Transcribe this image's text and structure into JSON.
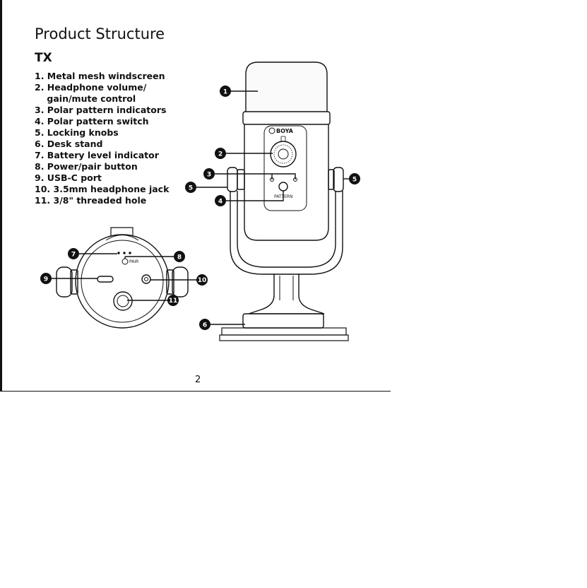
{
  "title": "Product Structure",
  "subtitle": "TX",
  "parts": [
    "1. Metal mesh windscreen",
    "2. Headphone volume/",
    "    gain/mute control",
    "3. Polar pattern indicators",
    "4. Polar pattern switch",
    "5. Locking knobs",
    "6. Desk stand",
    "7. Battery level indicator",
    "8. Power/pair button",
    "9. USB-C port",
    "10. 3.5mm headphone jack",
    "11. 3/8\" threaded hole"
  ],
  "callouts": [
    "1",
    "2",
    "3",
    "4",
    "5",
    "5",
    "6",
    "7",
    "8",
    "9",
    "10",
    "11"
  ],
  "device_labels": {
    "brand": "BOYA",
    "pattern": "PATTERN",
    "pair": "PAIR"
  },
  "page_number": "2"
}
